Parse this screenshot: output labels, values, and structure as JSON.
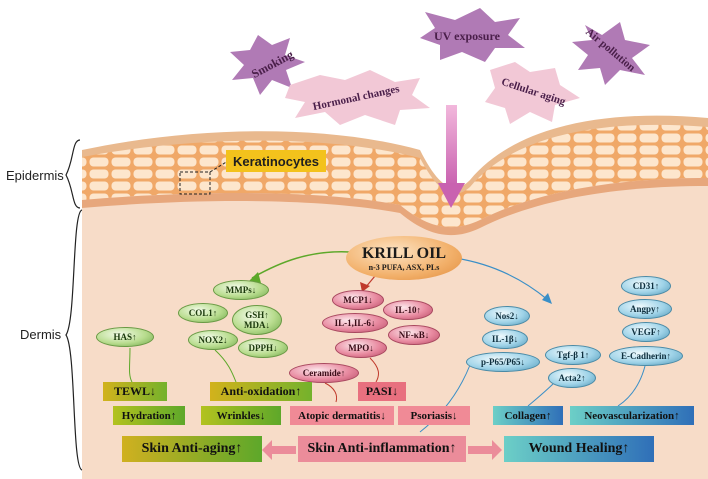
{
  "triggers": {
    "smoking": "Smoking",
    "hormonal": "Hormonal changes",
    "uv": "UV exposure",
    "cellular": "Cellular aging",
    "air": "Air pollution"
  },
  "layers": {
    "epidermis": "Epidermis",
    "dermis": "Dermis",
    "keratinocytes": "Keratinocytes"
  },
  "krill": {
    "title": "KRILL OIL",
    "subtitle": "n-3 PUFA, ASX, PLs"
  },
  "antiaging_markers": {
    "has": "HAS↑",
    "mmps": "MMPs↓",
    "col1": "COL1↑",
    "gsh_mda": "GSH↑\nMDA↓",
    "nox2": "NOX2↓",
    "dpph": "DPPH↓"
  },
  "inflammation_markers": {
    "mcp1": "MCP1↓",
    "il10": "IL-10↑",
    "il1_il6": "IL-1,IL-6↓",
    "nfkb": "NF-κB↓",
    "mpo": "MPO↓",
    "ceramide": "Ceramide↑"
  },
  "wound_markers": {
    "nos2": "Nos2↓",
    "il1b": "IL-1β↓",
    "p65": "p-P65/P65↓",
    "tgfb1": "Tgf-β 1↑",
    "acta2": "Acta2↑",
    "cd31": "CD31↑",
    "angpy": "Angpy↑",
    "vegf": "VEGF↑",
    "ecad": "E-Cadherin↑"
  },
  "outcomes": {
    "tewl": "TEWL↓",
    "hydration": "Hydration↑",
    "antiox": "Anti-oxidation↑",
    "wrinkles": "Wrinkles↓",
    "pasi": "PASI↓",
    "atopic": "Atopic dermatitis↓",
    "psoriasis": "Psoriasis↓",
    "collagen": "Collagen↑",
    "neovasc": "Neovascularization↑"
  },
  "main": {
    "antiaging": "Skin Anti-aging↑",
    "antiinflam": "Skin Anti-inflammation↑",
    "wound": "Wound Healing↑"
  },
  "colors": {
    "green_box": "#9cb81f",
    "pink_box": "#e8707f",
    "blue_box": "#3a8fc7",
    "skin": "#f7dcc8",
    "cells": "#f0a868"
  }
}
